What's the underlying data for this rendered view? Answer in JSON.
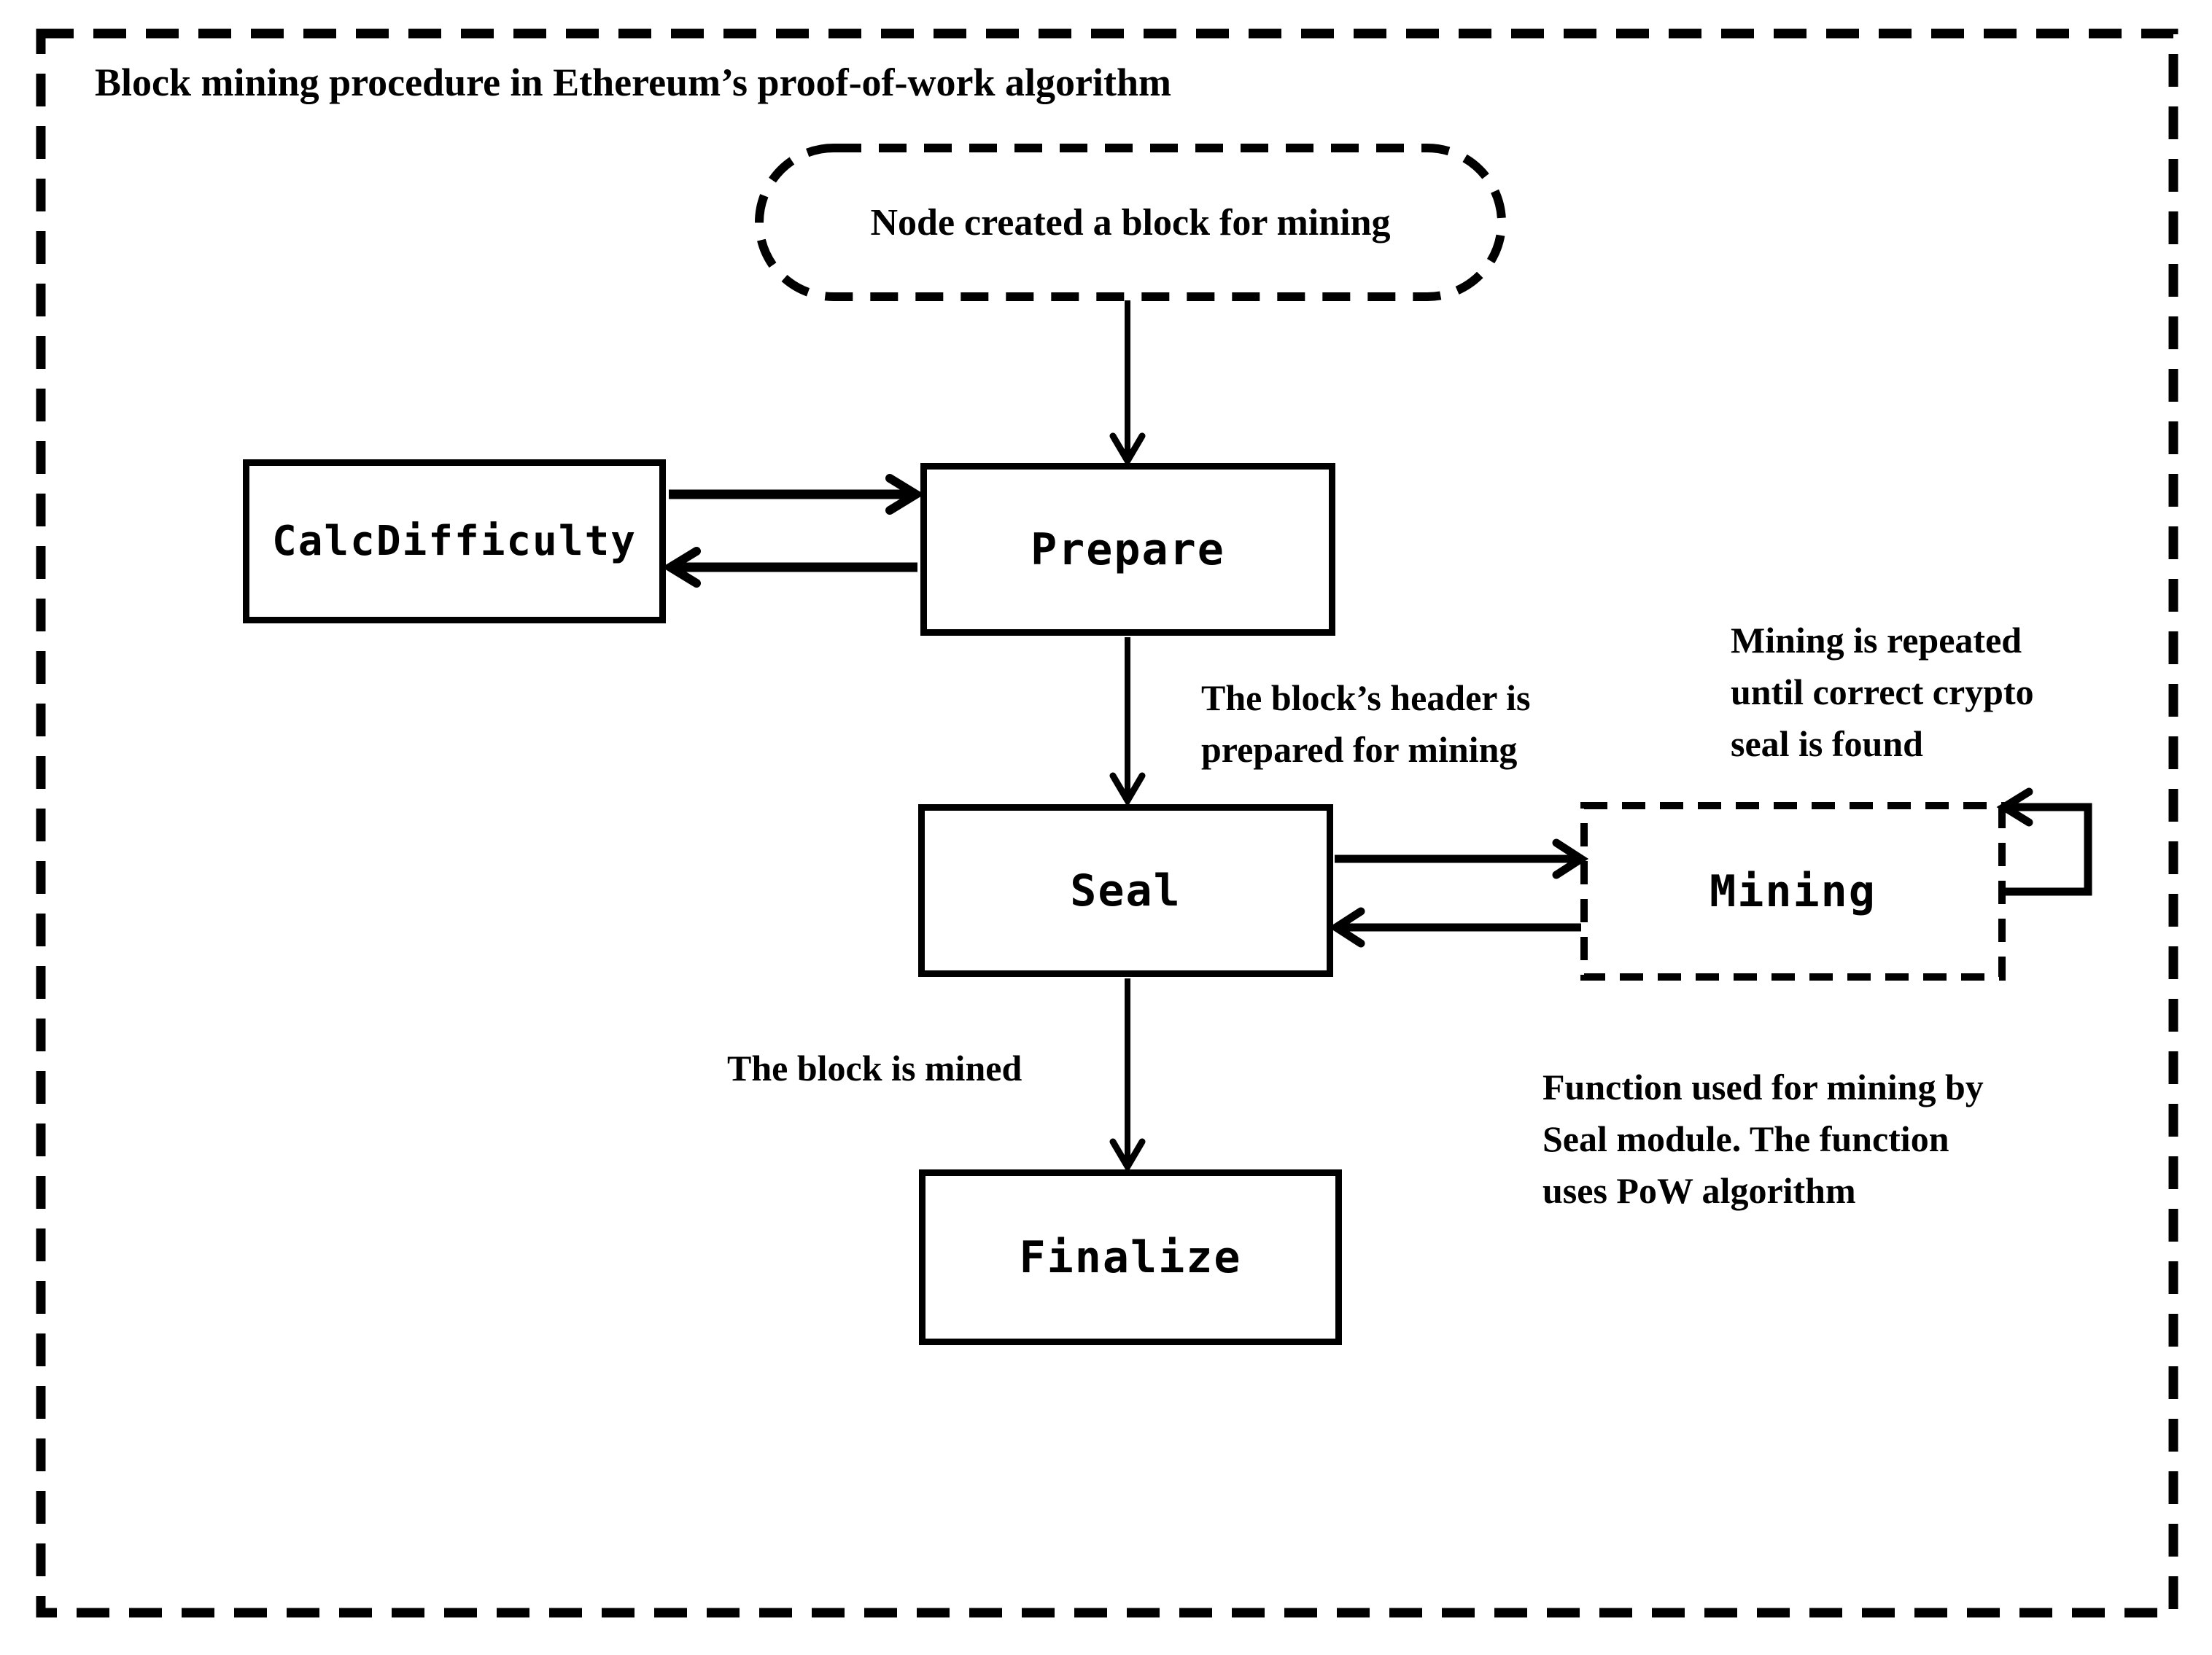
{
  "title": "Block mining procedure in Ethereum’s proof-of-work algorithm",
  "nodes": {
    "start": {
      "label": "Node created a block for mining",
      "shape": "dashed-stadium"
    },
    "calc_difficulty": {
      "label": "CalcDifficulty",
      "shape": "solid-rect"
    },
    "prepare": {
      "label": "Prepare",
      "shape": "solid-rect"
    },
    "seal": {
      "label": "Seal",
      "shape": "solid-rect"
    },
    "mining": {
      "label": "Mining",
      "shape": "dashed-rect"
    },
    "finalize": {
      "label": "Finalize",
      "shape": "solid-rect"
    }
  },
  "annotations": {
    "header_prepared": "The block’s header is\nprepared for mining",
    "mining_repeated": "Mining is repeated\nuntil correct crypto\nseal is found",
    "block_mined": "The block is mined",
    "pow_note": "Function used for mining by\nSeal module. The function\nuses PoW algorithm"
  },
  "edges": [
    "start -> prepare",
    "calc_difficulty <-> prepare",
    "prepare -> seal",
    "seal <-> mining",
    "mining -> mining (self loop)",
    "seal -> finalize"
  ],
  "colors": {
    "ink": "#000000",
    "background": "#ffffff"
  }
}
